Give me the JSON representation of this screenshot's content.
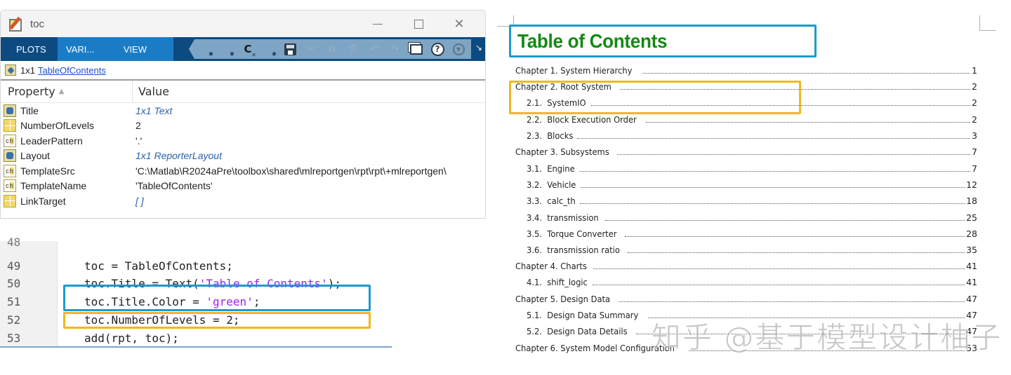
{
  "colors": {
    "ribbon_dark": "#0c4a80",
    "ribbon_active": "#1b7cc5",
    "toc_title_green": "#138a13",
    "highlight_blue": "#1a9bd0",
    "highlight_yellow": "#f0b721",
    "string_purple": "#a020f0",
    "link_blue": "#1a4fd0"
  },
  "variable_editor": {
    "window_title": "toc",
    "window_controls": {
      "minimize": "—",
      "maximize": "☐",
      "close": "✕"
    },
    "ribbon_tabs": [
      {
        "label": "PLOTS",
        "active": false
      },
      {
        "label": "VARI...",
        "active": true
      },
      {
        "label": "VIEW",
        "active": true
      }
    ],
    "quick_access_icons": [
      "new-variable-from-selection-icon",
      "new-variable-icon",
      "clear-icon",
      "open-variable-icon",
      "save-icon",
      "cut-icon",
      "copy-icon",
      "paste-icon",
      "undo-icon",
      "redo-icon",
      "switch-windows-icon",
      "help-icon",
      "dropdown-icon"
    ],
    "expand_glyph": "↘",
    "variable_size": "1x1",
    "variable_class": "TableOfContents",
    "columns": {
      "property": "Property",
      "value": "Value",
      "sort_glyph": "▲"
    },
    "properties": [
      {
        "icon": "object",
        "name": "Title",
        "value": "1x1 Text",
        "italic": true
      },
      {
        "icon": "grid",
        "name": "NumberOfLevels",
        "value": "2",
        "italic": false
      },
      {
        "icon": "char",
        "name": "LeaderPattern",
        "value": "'.'",
        "italic": false
      },
      {
        "icon": "object",
        "name": "Layout",
        "value": "1x1 ReporterLayout",
        "italic": true
      },
      {
        "icon": "char",
        "name": "TemplateSrc",
        "value": "'C:\\Matlab\\R2024aPre\\toolbox\\shared\\mlreportgen\\rpt\\rpt\\+mlreportgen\\",
        "italic": false
      },
      {
        "icon": "char",
        "name": "TemplateName",
        "value": "'TableOfContents'",
        "italic": false
      },
      {
        "icon": "grid",
        "name": "LinkTarget",
        "value": "[ ]",
        "italic": true
      }
    ]
  },
  "code_editor": {
    "partial_line_number": "48",
    "lines": [
      {
        "num": "49",
        "pre": "toc = TableOfContents;",
        "str": "",
        "post": ""
      },
      {
        "num": "50",
        "pre": "toc.Title = Text(",
        "str": "'Table of Contents'",
        "post": ");"
      },
      {
        "num": "51",
        "pre": "toc.Title.Color = ",
        "str": "'green'",
        "post": ";"
      },
      {
        "num": "52",
        "pre": "toc.NumberOfLevels = 2;",
        "str": "",
        "post": ""
      },
      {
        "num": "53",
        "pre": "add(rpt, toc);",
        "str": "",
        "post": ""
      }
    ]
  },
  "document": {
    "toc_title": "Table of Contents",
    "entries": [
      {
        "level": 1,
        "label": "Chapter 1. System Hierarchy",
        "page": "1"
      },
      {
        "level": 1,
        "label": "Chapter 2. Root System",
        "page": "2"
      },
      {
        "level": 2,
        "label": "2.1.  SystemIO",
        "page": "2"
      },
      {
        "level": 2,
        "label": "2.2.  Block Execution Order",
        "page": "2"
      },
      {
        "level": 2,
        "label": "2.3.  Blocks",
        "page": "3"
      },
      {
        "level": 1,
        "label": "Chapter 3. Subsystems",
        "page": "7"
      },
      {
        "level": 2,
        "label": "3.1.  Engine",
        "page": "7"
      },
      {
        "level": 2,
        "label": "3.2.  Vehicle",
        "page": "12"
      },
      {
        "level": 2,
        "label": "3.3.  calc_th",
        "page": "18"
      },
      {
        "level": 2,
        "label": "3.4.  transmission",
        "page": "25"
      },
      {
        "level": 2,
        "label": "3.5.  Torque Converter",
        "page": "28"
      },
      {
        "level": 2,
        "label": "3.6.  transmission ratio",
        "page": "35"
      },
      {
        "level": 1,
        "label": "Chapter 4. Charts",
        "page": "41"
      },
      {
        "level": 2,
        "label": "4.1.  shift_logic",
        "page": "41"
      },
      {
        "level": 1,
        "label": "Chapter 5. Design Data",
        "page": "47"
      },
      {
        "level": 2,
        "label": "5.1.  Design Data Summary",
        "page": "47"
      },
      {
        "level": 2,
        "label": "5.2.  Design Data Details",
        "page": "47"
      },
      {
        "level": 1,
        "label": "Chapter 6. System Model Configuration",
        "page": "53"
      }
    ],
    "watermark": "知乎 @基于模型设计柚子"
  }
}
